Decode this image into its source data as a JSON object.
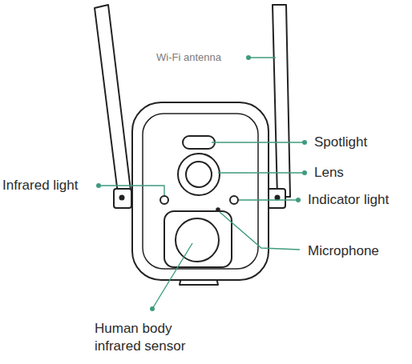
{
  "diagram": {
    "labels": [
      "Wi-Fi antenna",
      "Spotlight",
      "Lens",
      "Infrared light",
      "Indicator light",
      "Microphone",
      "Human body infrared sensor"
    ]
  }
}
